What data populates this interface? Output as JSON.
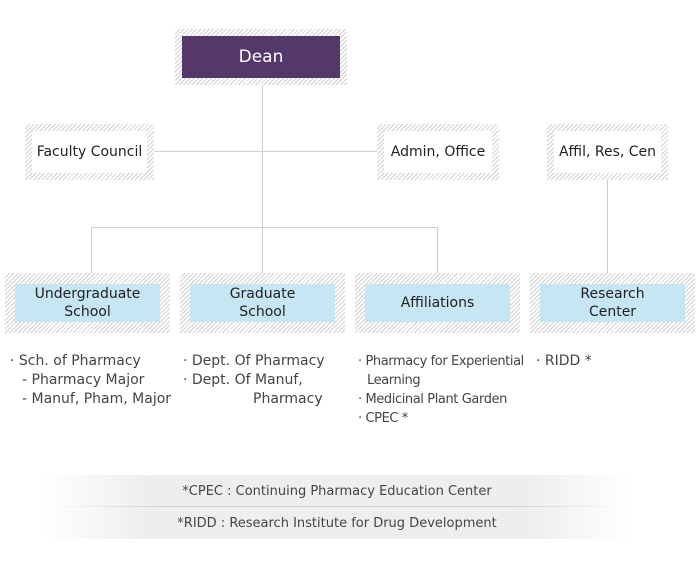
{
  "org": {
    "dean": "Dean",
    "faculty_council": "Faculty Council",
    "admin_office": "Admin, Office",
    "affil_res_cen": "Affil, Res, Cen"
  },
  "divisions": {
    "undergraduate": {
      "line1": "Undergraduate",
      "line2": "School"
    },
    "graduate": {
      "line1": "Graduate",
      "line2": "School"
    },
    "affiliations": {
      "label": "Affiliations"
    },
    "research": {
      "line1": "Research",
      "line2": "Center"
    }
  },
  "lists": {
    "undergraduate": [
      "· Sch. of Pharmacy",
      "- Pharmacy Major",
      "- Manuf, Pham, Major"
    ],
    "graduate": [
      "· Dept. Of Pharmacy",
      "· Dept. Of Manuf,",
      "Pharmacy"
    ],
    "affiliations": [
      "· Pharmacy for Experiential",
      "Learning",
      "· Medicinal Plant Garden",
      "· CPEC *"
    ],
    "research": [
      "· RIDD *"
    ]
  },
  "notes": {
    "cpec": "*CPEC : Continuing Pharmacy Education Center",
    "ridd": "*RIDD : Research Institute for Drug Development"
  },
  "colors": {
    "dean_fill": "#54386a",
    "division_fill": "#c6e6f4",
    "connector": "#cccccc"
  }
}
